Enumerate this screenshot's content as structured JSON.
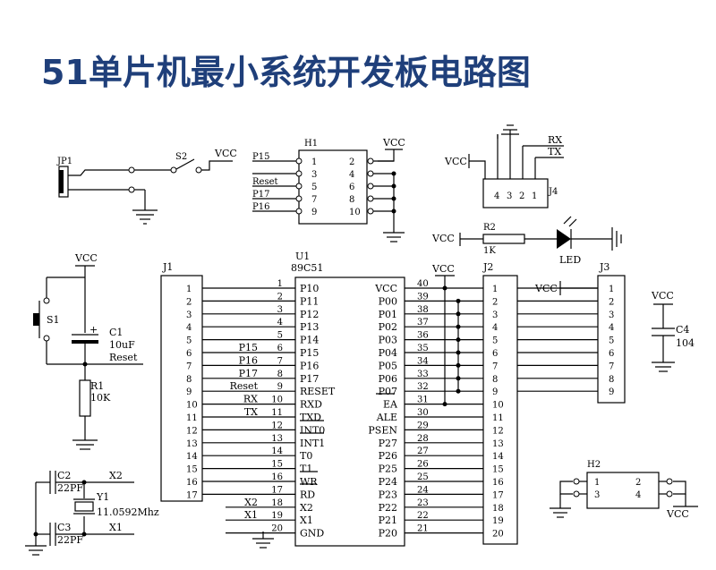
{
  "title": "51单片机最小系统开发板电路图",
  "mcu": {
    "ref": "U1",
    "part": "89C51",
    "left_pins": [
      {
        "n": "1",
        "name": "P10"
      },
      {
        "n": "2",
        "name": "P11"
      },
      {
        "n": "3",
        "name": "P12"
      },
      {
        "n": "4",
        "name": "P13"
      },
      {
        "n": "5",
        "name": "P14"
      },
      {
        "n": "6",
        "name": "P15"
      },
      {
        "n": "7",
        "name": "P16"
      },
      {
        "n": "8",
        "name": "P17"
      },
      {
        "n": "9",
        "name": "RESET"
      },
      {
        "n": "10",
        "name": "RXD"
      },
      {
        "n": "11",
        "name": "TXD"
      },
      {
        "n": "12",
        "name": "INT0"
      },
      {
        "n": "13",
        "name": "INT1"
      },
      {
        "n": "14",
        "name": "T0"
      },
      {
        "n": "15",
        "name": "T1"
      },
      {
        "n": "16",
        "name": "WR"
      },
      {
        "n": "17",
        "name": "RD"
      },
      {
        "n": "18",
        "name": "X2"
      },
      {
        "n": "19",
        "name": "X1"
      },
      {
        "n": "20",
        "name": "GND"
      }
    ],
    "right_pins": [
      {
        "n": "40",
        "name": "VCC"
      },
      {
        "n": "39",
        "name": "P00"
      },
      {
        "n": "38",
        "name": "P01"
      },
      {
        "n": "37",
        "name": "P02"
      },
      {
        "n": "36",
        "name": "P03"
      },
      {
        "n": "35",
        "name": "P04"
      },
      {
        "n": "34",
        "name": "P05"
      },
      {
        "n": "33",
        "name": "P06"
      },
      {
        "n": "32",
        "name": "P07"
      },
      {
        "n": "31",
        "name": "EA"
      },
      {
        "n": "30",
        "name": "ALE"
      },
      {
        "n": "29",
        "name": "PSEN"
      },
      {
        "n": "28",
        "name": "P27"
      },
      {
        "n": "27",
        "name": "P26"
      },
      {
        "n": "26",
        "name": "P25"
      },
      {
        "n": "25",
        "name": "P24"
      },
      {
        "n": "24",
        "name": "P23"
      },
      {
        "n": "23",
        "name": "P22"
      },
      {
        "n": "22",
        "name": "P21"
      },
      {
        "n": "21",
        "name": "P20"
      }
    ],
    "left_nets": [
      "",
      "",
      "",
      "",
      "",
      "P15",
      "P16",
      "P17",
      "Reset",
      "RX",
      "TX",
      "",
      "",
      "",
      "",
      "",
      "",
      "X2",
      "X1",
      ""
    ]
  },
  "j1": {
    "ref": "J1",
    "pins": [
      "1",
      "2",
      "3",
      "4",
      "5",
      "6",
      "7",
      "8",
      "9",
      "10",
      "11",
      "12",
      "13",
      "14",
      "15",
      "16",
      "17"
    ]
  },
  "j2": {
    "ref": "J2",
    "pins": [
      "1",
      "2",
      "3",
      "4",
      "5",
      "6",
      "7",
      "8",
      "9",
      "10",
      "11",
      "12",
      "13",
      "14",
      "15",
      "16",
      "17",
      "18",
      "19",
      "20"
    ]
  },
  "j3": {
    "ref": "J3",
    "pins": [
      "1",
      "2",
      "3",
      "4",
      "5",
      "6",
      "7",
      "8",
      "9"
    ],
    "vcc": "VCC"
  },
  "j4": {
    "ref": "J4",
    "pins": [
      "4",
      "3",
      "2",
      "1"
    ],
    "rx": "RX",
    "tx": "TX",
    "vcc": "VCC"
  },
  "h1": {
    "ref": "H1",
    "left": [
      "1",
      "3",
      "5",
      "7",
      "9"
    ],
    "right": [
      "2",
      "4",
      "6",
      "8",
      "10"
    ],
    "nets": [
      "P15",
      "",
      "Reset",
      "P17",
      "P16"
    ],
    "vcc": "VCC"
  },
  "h2": {
    "ref": "H2",
    "left": [
      "1",
      "3"
    ],
    "right": [
      "2",
      "4"
    ],
    "vcc": "VCC"
  },
  "jp1": {
    "ref": "JP1"
  },
  "s2": {
    "ref": "S2",
    "vcc": "VCC"
  },
  "led": {
    "r_ref": "R2",
    "r_val": "1K",
    "label": "LED",
    "vcc": "VCC"
  },
  "reset": {
    "s_ref": "S1",
    "c_ref": "C1",
    "c_val": "10uF",
    "net": "Reset",
    "r_ref": "R1",
    "r_val": "10K",
    "vcc": "VCC",
    "plus": "+"
  },
  "c4": {
    "ref": "C4",
    "val": "104",
    "vcc": "VCC"
  },
  "crystal": {
    "c2_ref": "C2",
    "c2_val": "22PF",
    "c3_ref": "C3",
    "c3_val": "22PF",
    "y_ref": "Y1",
    "y_val": "11.0592Mhz",
    "x2": "X2",
    "x1": "X1"
  },
  "vcc_top": "VCC"
}
